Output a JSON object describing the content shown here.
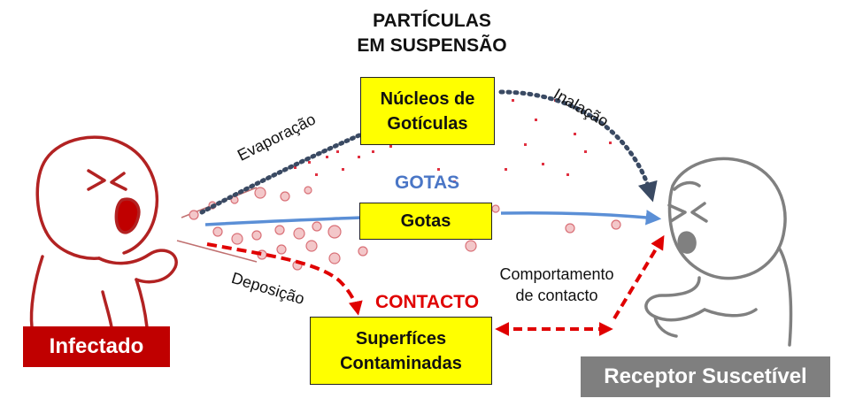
{
  "heading_suspended": [
    "PARTÍCULAS",
    "EM SUSPENSÃO"
  ],
  "nodes": {
    "nuclei": [
      "Núcleos de",
      "Gotículas"
    ],
    "droplets": "Gotas",
    "surfaces": [
      "Superfíces",
      "Contaminadas"
    ]
  },
  "headings": {
    "gotas": "GOTAS",
    "contacto": "CONTACTO"
  },
  "edge_labels": {
    "evaporation": "Evaporação",
    "inhalation": "Inalação",
    "deposition": "Deposição",
    "contact_behavior": [
      "Comportamento",
      "de contacto"
    ]
  },
  "actors": {
    "infected": "Infectado",
    "susceptible": "Receptor Suscetível"
  },
  "colors": {
    "infected_red": "#c00000",
    "susceptible_gray": "#7f7f7f",
    "box_yellow": "#ffff00",
    "blue_path": "#5b8fd6",
    "dark_path": "#3a4a63",
    "red_path": "#e00000",
    "particle": "#e9a0a4"
  }
}
